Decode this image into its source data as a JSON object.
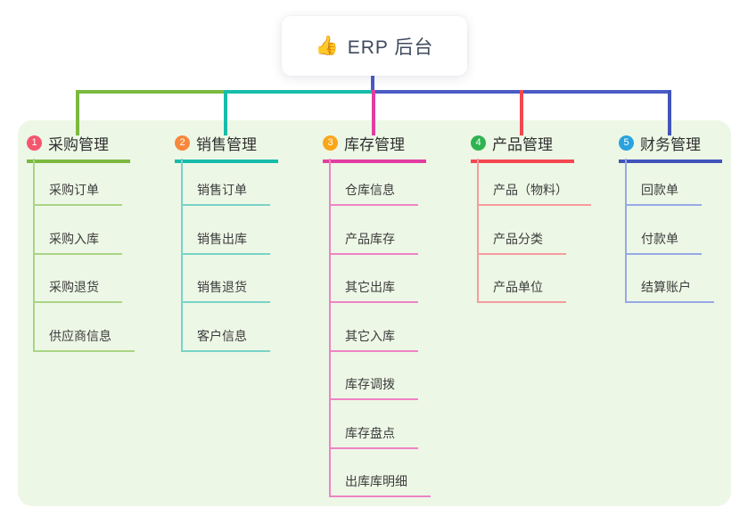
{
  "root": {
    "label": "ERP 后台",
    "emoji": "👍"
  },
  "colors": {
    "page_bg": "#ffffff",
    "panel_bg": "#edf7e6",
    "root_line": "#4a5bc4",
    "root_text": "#3e4a5e",
    "header_text": "#2f2f2f",
    "child_text": "#3c3c3c"
  },
  "branches": [
    {
      "badge": "1",
      "label": "采购管理",
      "badge_color": "#f4566e",
      "line_color": "#7cb93f",
      "child_line_color": "#a9d585",
      "children": [
        "采购订单",
        "采购入库",
        "采购退货",
        "供应商信息"
      ]
    },
    {
      "badge": "2",
      "label": "销售管理",
      "badge_color": "#f8883c",
      "line_color": "#17bcab",
      "child_line_color": "#79d3c7",
      "children": [
        "销售订单",
        "销售出库",
        "销售退货",
        "客户信息"
      ]
    },
    {
      "badge": "3",
      "label": "库存管理",
      "badge_color": "#f9a61a",
      "line_color": "#e23da0",
      "child_line_color": "#ef83c5",
      "children": [
        "仓库信息",
        "产品库存",
        "其它出库",
        "其它入库",
        "库存调拨",
        "库存盘点",
        "出库库明细"
      ]
    },
    {
      "badge": "4",
      "label": "产品管理",
      "badge_color": "#2fb351",
      "line_color": "#f4474f",
      "child_line_color": "#f79ba0",
      "children": [
        "产品（物料）",
        "产品分类",
        "产品单位"
      ]
    },
    {
      "badge": "5",
      "label": "财务管理",
      "badge_color": "#29a3dd",
      "line_color": "#4154bb",
      "child_line_color": "#97a9e6",
      "children": [
        "回款单",
        "付款单",
        "结算账户"
      ]
    }
  ]
}
